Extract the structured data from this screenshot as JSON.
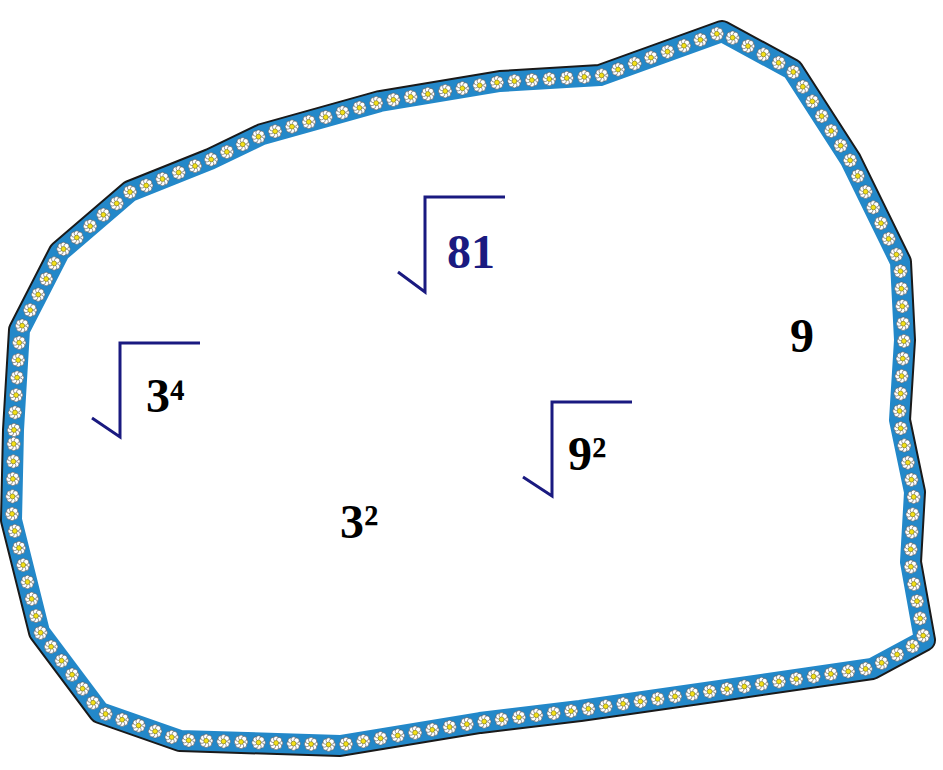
{
  "diagram": {
    "labels": [
      "81",
      "9",
      "3⁴",
      "9²",
      "3²"
    ]
  }
}
